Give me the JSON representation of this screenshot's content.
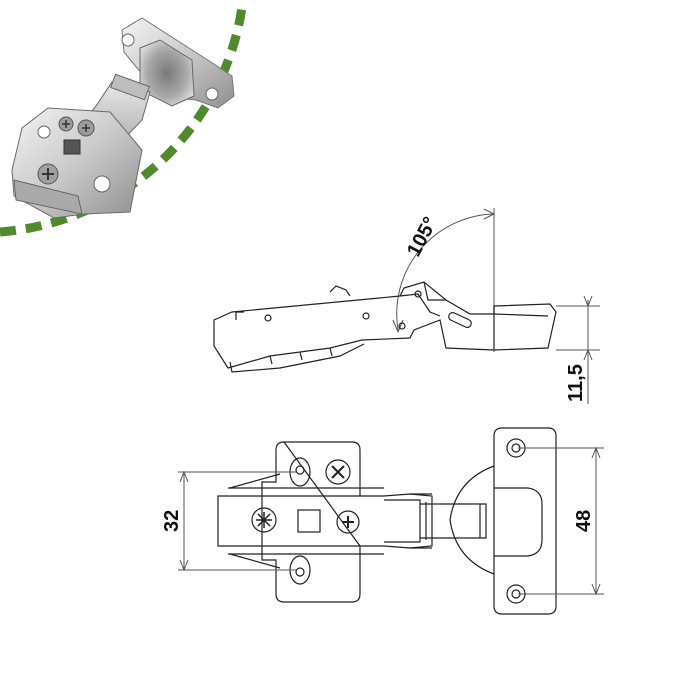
{
  "photo": {
    "border_color": "#4f8a2b",
    "description_icon": "cabinet-hinge-photo"
  },
  "side_view": {
    "angle_label": "105°",
    "depth_label": "11,5"
  },
  "top_view": {
    "width_label": "32",
    "height_label": "48"
  },
  "colors": {
    "line": "#222222",
    "dim_line": "#666666",
    "accent": "#4f8a2b"
  }
}
